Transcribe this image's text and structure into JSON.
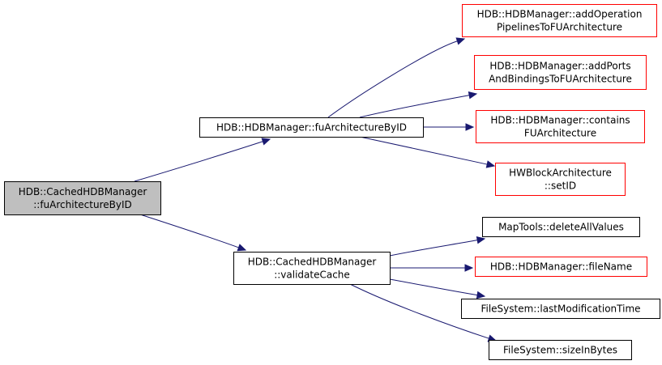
{
  "colors": {
    "focus_fill": "#bfbfbf",
    "focus_border": "#000000",
    "documented_border": "#000000",
    "undocumented_border": "#ff0000",
    "edge": "#191970"
  },
  "nodes": {
    "n_focus": {
      "lines": [
        "HDB::CachedHDBManager",
        "::fuArchitectureByID"
      ],
      "kind": "focus",
      "interactable": false
    },
    "n_fuarch": {
      "lines": [
        "HDB::HDBManager::fuArchitectureByID"
      ],
      "kind": "black",
      "interactable": true
    },
    "n_valid": {
      "lines": [
        "HDB::CachedHDBManager",
        "::validateCache"
      ],
      "kind": "black",
      "interactable": true
    },
    "n_addop": {
      "lines": [
        "HDB::HDBManager::addOperation",
        "PipelinesToFUArchitecture"
      ],
      "kind": "red",
      "interactable": true
    },
    "n_addports": {
      "lines": [
        "HDB::HDBManager::addPorts",
        "AndBindingsToFUArchitecture"
      ],
      "kind": "red",
      "interactable": true
    },
    "n_contains": {
      "lines": [
        "HDB::HDBManager::contains",
        "FUArchitecture"
      ],
      "kind": "red",
      "interactable": true
    },
    "n_setid": {
      "lines": [
        "HWBlockArchitecture",
        "::setID"
      ],
      "kind": "red",
      "interactable": true
    },
    "n_delall": {
      "lines": [
        "MapTools::deleteAllValues"
      ],
      "kind": "black",
      "interactable": true
    },
    "n_fname": {
      "lines": [
        "HDB::HDBManager::fileName"
      ],
      "kind": "red",
      "interactable": true
    },
    "n_lastmod": {
      "lines": [
        "FileSystem::lastModificationTime"
      ],
      "kind": "black",
      "interactable": true
    },
    "n_size": {
      "lines": [
        "FileSystem::sizeInBytes"
      ],
      "kind": "black",
      "interactable": true
    }
  },
  "edges": [
    [
      "n_focus",
      "n_fuarch"
    ],
    [
      "n_focus",
      "n_valid"
    ],
    [
      "n_fuarch",
      "n_addop"
    ],
    [
      "n_fuarch",
      "n_addports"
    ],
    [
      "n_fuarch",
      "n_contains"
    ],
    [
      "n_fuarch",
      "n_setid"
    ],
    [
      "n_valid",
      "n_delall"
    ],
    [
      "n_valid",
      "n_fname"
    ],
    [
      "n_valid",
      "n_lastmod"
    ],
    [
      "n_valid",
      "n_size"
    ]
  ]
}
